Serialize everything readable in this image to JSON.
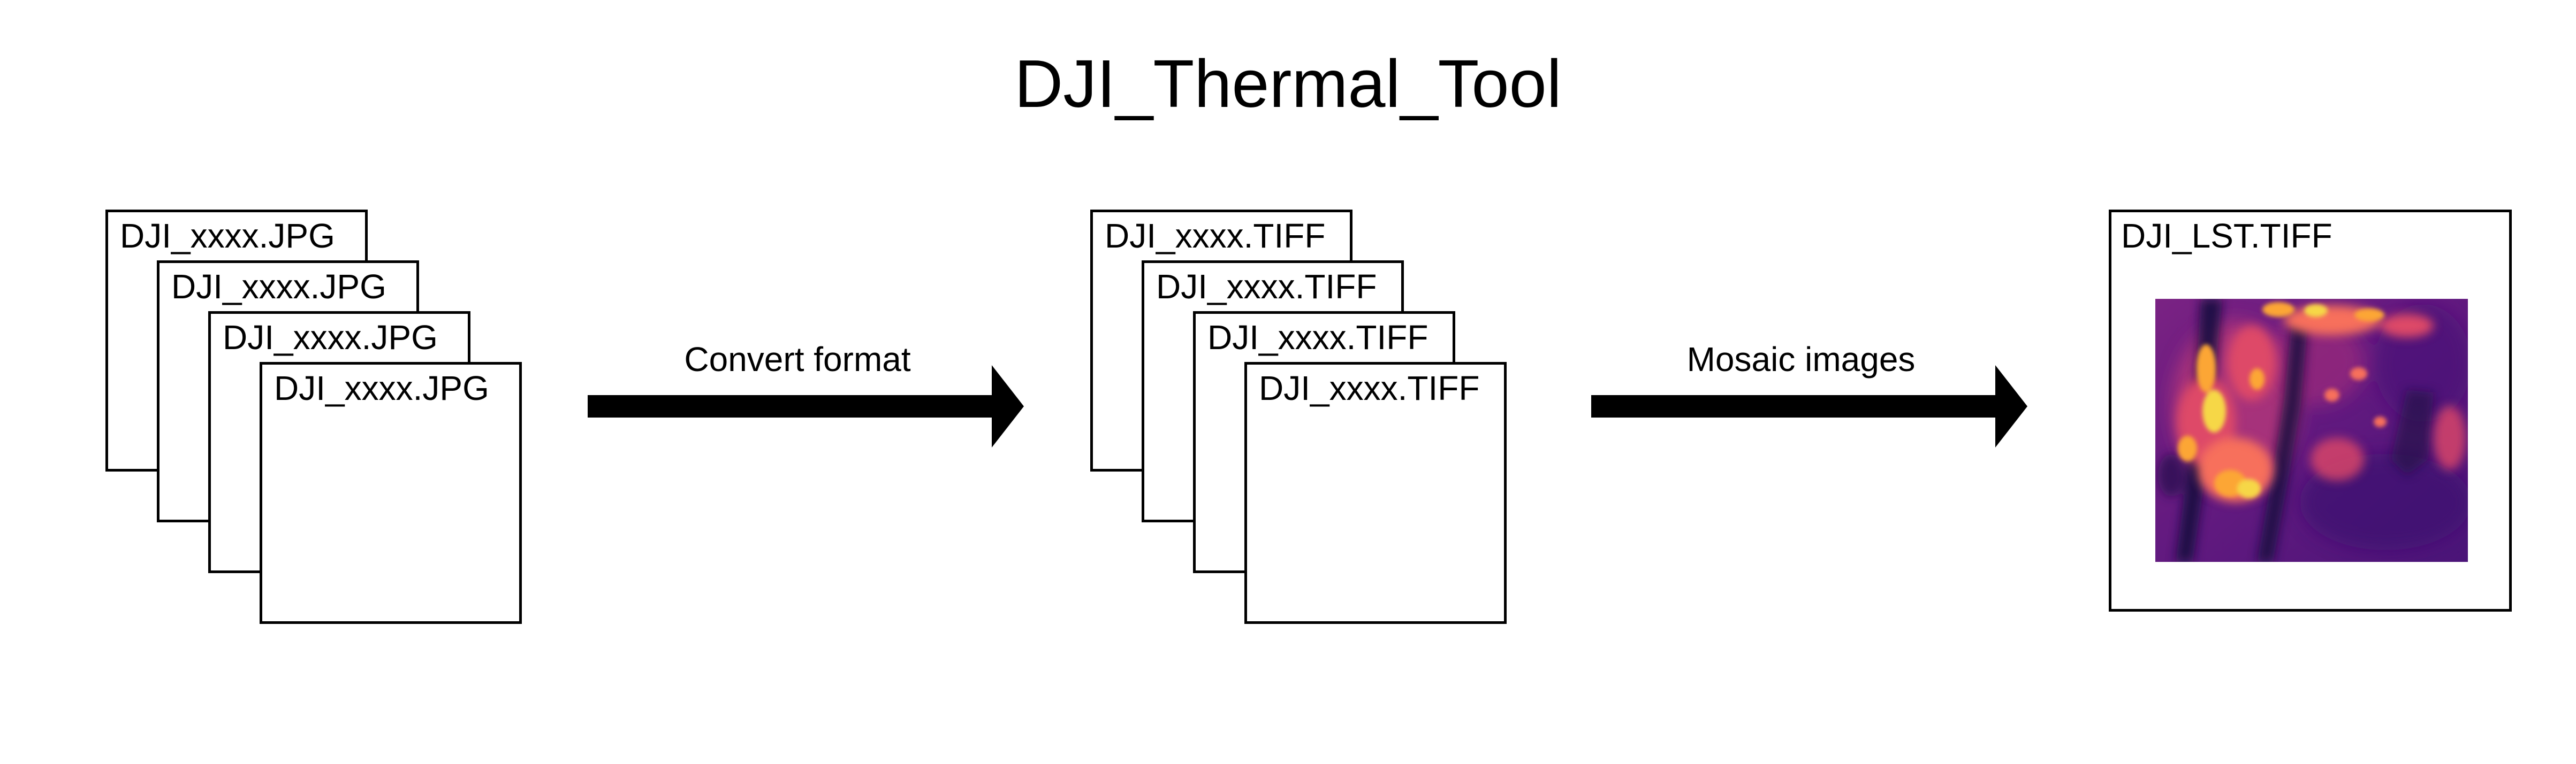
{
  "title": "DJI_Thermal_Tool",
  "stages": {
    "input": {
      "files": [
        "DJI_xxxx.JPG",
        "DJI_xxxx.JPG",
        "DJI_xxxx.JPG",
        "DJI_xxxx.JPG"
      ]
    },
    "converted": {
      "files": [
        "DJI_xxxx.TIFF",
        "DJI_xxxx.TIFF",
        "DJI_xxxx.TIFF",
        "DJI_xxxx.TIFF"
      ]
    },
    "output": {
      "file": "DJI_LST.TIFF"
    }
  },
  "steps": [
    {
      "label": "Convert format"
    },
    {
      "label": "Mosaic images"
    }
  ],
  "colors": {
    "stroke": "#000000",
    "thermal_palette": [
      "#1b0c41",
      "#3b0f70",
      "#641a80",
      "#8c2981",
      "#b73779",
      "#de4968",
      "#f7705c",
      "#fca636",
      "#f6d746"
    ]
  }
}
